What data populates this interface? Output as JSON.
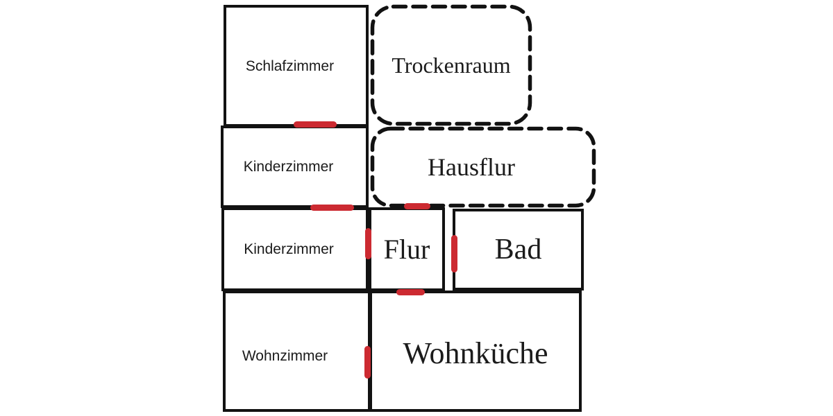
{
  "diagram_type": "floor-plan",
  "rooms": {
    "schlafzimmer": {
      "label": "Schlafzimmer",
      "border": "solid"
    },
    "trockenraum": {
      "label": "Trockenraum",
      "border": "dashed"
    },
    "kinderzimmer_1": {
      "label": "Kinderzimmer",
      "border": "solid"
    },
    "hausflur": {
      "label": "Hausflur",
      "border": "dashed"
    },
    "kinderzimmer_2": {
      "label": "Kinderzimmer",
      "border": "solid"
    },
    "flur": {
      "label": "Flur",
      "border": "solid"
    },
    "bad": {
      "label": "Bad",
      "border": "solid"
    },
    "wohnzimmer": {
      "label": "Wohnzimmer",
      "border": "solid"
    },
    "wohnkueche": {
      "label": "Wohnküche",
      "border": "solid"
    }
  },
  "doors": [
    {
      "name": "door-schlafzimmer-kinderzimmer",
      "orientation": "horizontal"
    },
    {
      "name": "door-kinderzimmer-kinderzimmer",
      "orientation": "horizontal"
    },
    {
      "name": "door-hausflur-flur",
      "orientation": "horizontal"
    },
    {
      "name": "door-kinderzimmer-flur",
      "orientation": "vertical"
    },
    {
      "name": "door-flur-bad",
      "orientation": "vertical"
    },
    {
      "name": "door-flur-wohnkueche",
      "orientation": "horizontal"
    },
    {
      "name": "door-wohnzimmer-wohnkueche",
      "orientation": "vertical"
    }
  ],
  "colors": {
    "wall": "#121212",
    "door": "#cc2a31",
    "background": "#ffffff",
    "text": "#1b1b1b"
  }
}
